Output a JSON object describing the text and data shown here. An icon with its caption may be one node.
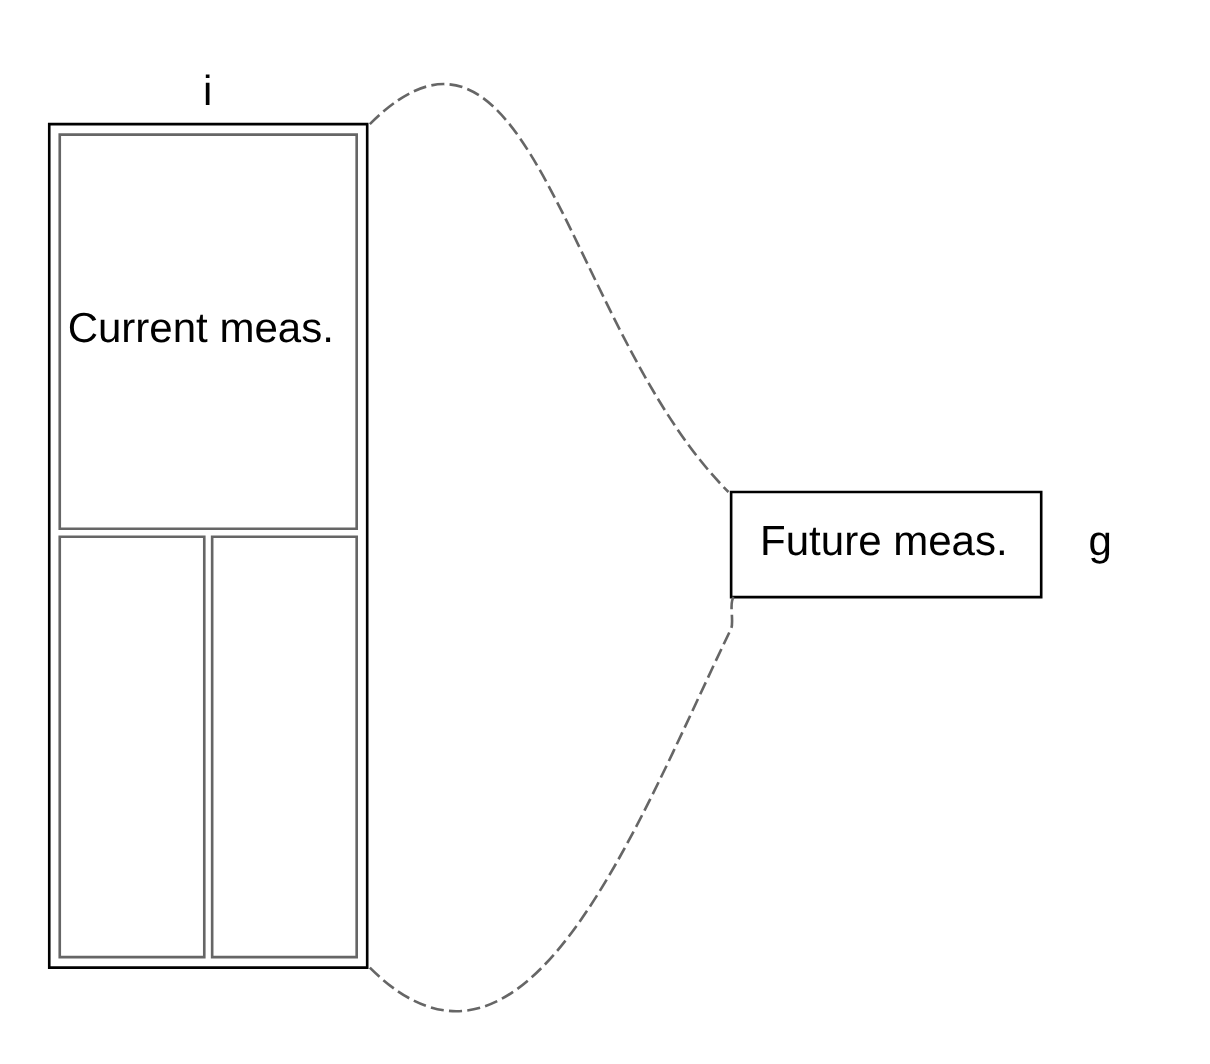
{
  "diagram": {
    "nodes": [
      {
        "text": [
          "Current meas."
        ],
        "beside": [
          "i"
        ]
      },
      {
        "text": [
          "Future meas."
        ],
        "beside": [
          "g"
        ]
      }
    ],
    "edges": [
      {
        "from": 0,
        "to": 1,
        "arrow": "none",
        "style": "dashed"
      },
      {
        "from": 0,
        "to": 1,
        "arrow": "none",
        "style": "dashed"
      }
    ]
  }
}
